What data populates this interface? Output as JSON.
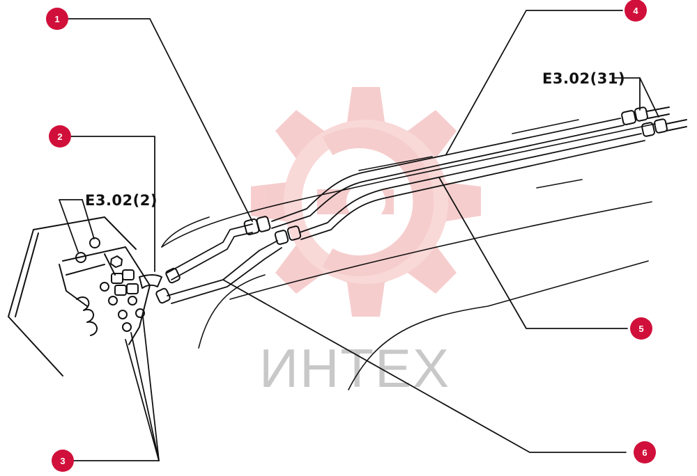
{
  "diagram": {
    "callouts": [
      {
        "id": "1",
        "label": "1"
      },
      {
        "id": "2",
        "label": "2"
      },
      {
        "id": "3",
        "label": "3"
      },
      {
        "id": "4",
        "label": "4"
      },
      {
        "id": "5",
        "label": "5"
      },
      {
        "id": "6",
        "label": "6"
      }
    ],
    "references": [
      {
        "label": "E3.02(2)"
      },
      {
        "label": "E3.02(31)"
      }
    ]
  },
  "watermark": {
    "text": "ИНТЕХ",
    "gear_color": "#f6c8c8"
  },
  "colors": {
    "callout": "#d0103a",
    "line": "#111111"
  }
}
